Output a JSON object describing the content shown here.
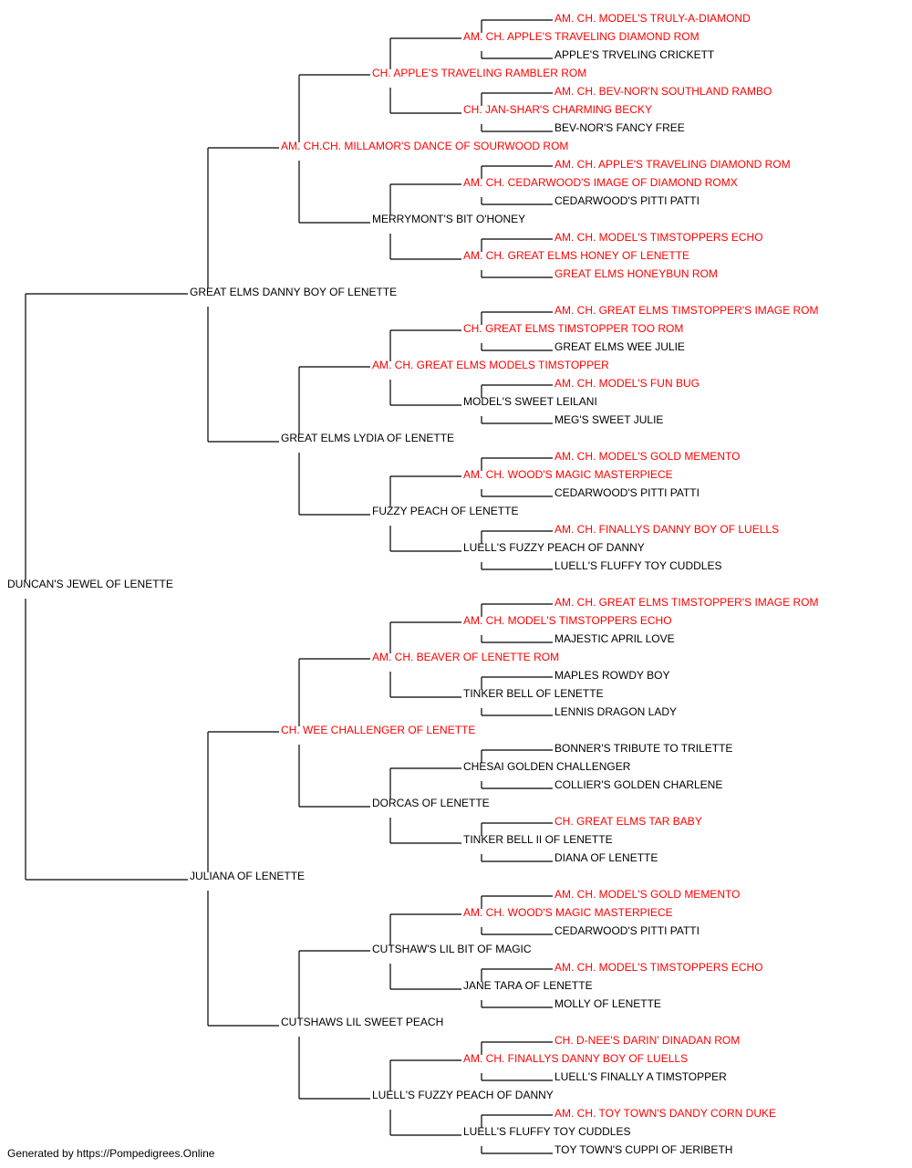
{
  "colors": {
    "champion": "#ff0000",
    "normal": "#000000",
    "line": "#000000"
  },
  "footer": "Generated by https://Pompedigrees.Online",
  "pedigree": [
    {
      "name": "DUNCAN'S JEWEL OF LENETTE",
      "champion": false
    },
    {
      "name": "GREAT ELMS DANNY BOY OF LENETTE",
      "champion": false
    },
    {
      "name": "JULIANA OF LENETTE",
      "champion": false
    },
    {
      "name": "AM. CH.CH. MILLAMOR'S DANCE OF SOURWOOD ROM",
      "champion": true
    },
    {
      "name": "GREAT ELMS LYDIA OF LENETTE",
      "champion": false
    },
    {
      "name": "CH. WEE CHALLENGER OF LENETTE",
      "champion": true
    },
    {
      "name": "CUTSHAWS LIL SWEET PEACH",
      "champion": false
    },
    {
      "name": "CH. APPLE'S TRAVELING RAMBLER ROM",
      "champion": true
    },
    {
      "name": "MERRYMONT'S BIT O'HONEY",
      "champion": false
    },
    {
      "name": "AM. CH. GREAT ELMS MODELS TIMSTOPPER",
      "champion": true
    },
    {
      "name": "FUZZY PEACH OF LENETTE",
      "champion": false
    },
    {
      "name": "AM. CH. BEAVER OF LENETTE ROM",
      "champion": true
    },
    {
      "name": "DORCAS OF LENETTE",
      "champion": false
    },
    {
      "name": "CUTSHAW'S LIL BIT OF MAGIC",
      "champion": false
    },
    {
      "name": "LUELL'S FUZZY PEACH OF DANNY",
      "champion": false
    },
    {
      "name": "AM. CH. APPLE'S TRAVELING DIAMOND ROM",
      "champion": true
    },
    {
      "name": "CH. JAN-SHAR'S CHARMING BECKY",
      "champion": true
    },
    {
      "name": "AM. CH. CEDARWOOD'S IMAGE OF DIAMOND ROMX",
      "champion": true
    },
    {
      "name": "AM. CH. GREAT ELMS HONEY OF LENETTE",
      "champion": true
    },
    {
      "name": "CH. GREAT ELMS TIMSTOPPER TOO ROM",
      "champion": true
    },
    {
      "name": "MODEL'S SWEET LEILANI",
      "champion": false
    },
    {
      "name": "AM. CH. WOOD'S MAGIC MASTERPIECE",
      "champion": true
    },
    {
      "name": "LUELL'S FUZZY PEACH OF DANNY",
      "champion": false
    },
    {
      "name": "AM. CH. MODEL'S TIMSTOPPERS ECHO",
      "champion": true
    },
    {
      "name": "TINKER BELL OF LENETTE",
      "champion": false
    },
    {
      "name": "CHESAI GOLDEN CHALLENGER",
      "champion": false
    },
    {
      "name": "TINKER BELL II OF LENETTE",
      "champion": false
    },
    {
      "name": "AM. CH. WOOD'S MAGIC MASTERPIECE",
      "champion": true
    },
    {
      "name": "JANE TARA OF LENETTE",
      "champion": false
    },
    {
      "name": "AM. CH. FINALLYS DANNY BOY OF LUELLS",
      "champion": true
    },
    {
      "name": "LUELL'S FLUFFY TOY CUDDLES",
      "champion": false
    },
    {
      "name": "AM. CH. MODEL'S TRULY-A-DIAMOND",
      "champion": true
    },
    {
      "name": "APPLE'S TRVELING CRICKETT",
      "champion": false
    },
    {
      "name": "AM. CH. BEV-NOR'N SOUTHLAND RAMBO",
      "champion": true
    },
    {
      "name": "BEV-NOR'S FANCY FREE",
      "champion": false
    },
    {
      "name": "AM. CH. APPLE'S TRAVELING DIAMOND ROM",
      "champion": true
    },
    {
      "name": "CEDARWOOD'S PITTI PATTI",
      "champion": false
    },
    {
      "name": "AM. CH. MODEL'S TIMSTOPPERS ECHO",
      "champion": true
    },
    {
      "name": "GREAT ELMS HONEYBUN ROM",
      "champion": true
    },
    {
      "name": "AM. CH. GREAT ELMS TIMSTOPPER'S IMAGE ROM",
      "champion": true
    },
    {
      "name": "GREAT ELMS WEE JULIE",
      "champion": false
    },
    {
      "name": "AM. CH. MODEL'S FUN BUG",
      "champion": true
    },
    {
      "name": "MEG'S SWEET JULIE",
      "champion": false
    },
    {
      "name": "AM. CH. MODEL'S GOLD MEMENTO",
      "champion": true
    },
    {
      "name": "CEDARWOOD'S PITTI PATTI",
      "champion": false
    },
    {
      "name": "AM. CH. FINALLYS DANNY BOY OF LUELLS",
      "champion": true
    },
    {
      "name": "LUELL'S FLUFFY TOY CUDDLES",
      "champion": false
    },
    {
      "name": "AM. CH. GREAT ELMS TIMSTOPPER'S IMAGE ROM",
      "champion": true
    },
    {
      "name": "MAJESTIC APRIL LOVE",
      "champion": false
    },
    {
      "name": "MAPLES ROWDY BOY",
      "champion": false
    },
    {
      "name": "LENNIS DRAGON LADY",
      "champion": false
    },
    {
      "name": "BONNER'S TRIBUTE TO TRILETTE",
      "champion": false
    },
    {
      "name": "COLLIER'S GOLDEN CHARLENE",
      "champion": false
    },
    {
      "name": "CH. GREAT ELMS TAR BABY",
      "champion": true
    },
    {
      "name": "DIANA OF LENETTE",
      "champion": false
    },
    {
      "name": "AM. CH. MODEL'S GOLD MEMENTO",
      "champion": true
    },
    {
      "name": "CEDARWOOD'S PITTI PATTI",
      "champion": false
    },
    {
      "name": "AM. CH. MODEL'S TIMSTOPPERS ECHO",
      "champion": true
    },
    {
      "name": "MOLLY OF LENETTE",
      "champion": false
    },
    {
      "name": "CH. D-NEE'S DARIN' DINADAN ROM",
      "champion": true
    },
    {
      "name": "LUELL'S FINALLY A TIMSTOPPER",
      "champion": false
    },
    {
      "name": "AM. CH. TOY TOWN'S DANDY CORN DUKE",
      "champion": true
    },
    {
      "name": "TOY TOWN'S CUPPI OF JERIBETH",
      "champion": false
    }
  ]
}
